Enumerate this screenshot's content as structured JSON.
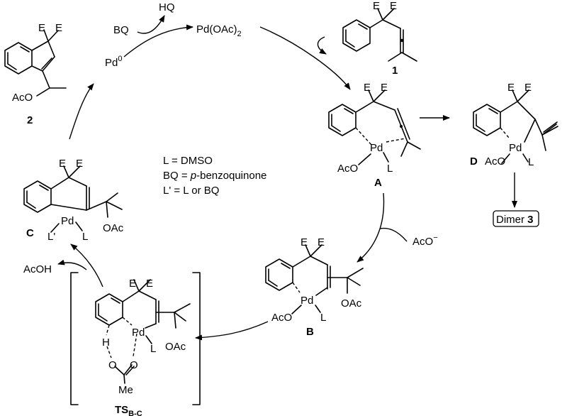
{
  "reagents": {
    "bq": "BQ",
    "hq": "HQ",
    "pd_oac2": "Pd(OAc)",
    "pd_oac2_sub": "2",
    "pd0": "Pd",
    "pd0_sup": "0",
    "aco_minus": "AcO",
    "aco_minus_sup": "−",
    "acoh": "AcOH"
  },
  "legend": {
    "line1": "L = DMSO",
    "line2_prefix": "BQ = ",
    "line2_italic": "p",
    "line2_suffix": "-benzoquinone",
    "line3": "L' = L or BQ"
  },
  "labels": {
    "c1": "1",
    "c2": "2",
    "cA": "A",
    "cB": "B",
    "cC": "C",
    "cD": "D",
    "ts_main": "TS",
    "ts_sub": "B-C",
    "dimer_text": "Dimer ",
    "dimer_num": "3"
  },
  "atoms": {
    "E": "E",
    "Pd": "Pd",
    "L": "L",
    "Lp": "L'",
    "AcO": "AcO",
    "OAc": "OAc",
    "H": "H",
    "O": "O",
    "Me": "Me"
  }
}
